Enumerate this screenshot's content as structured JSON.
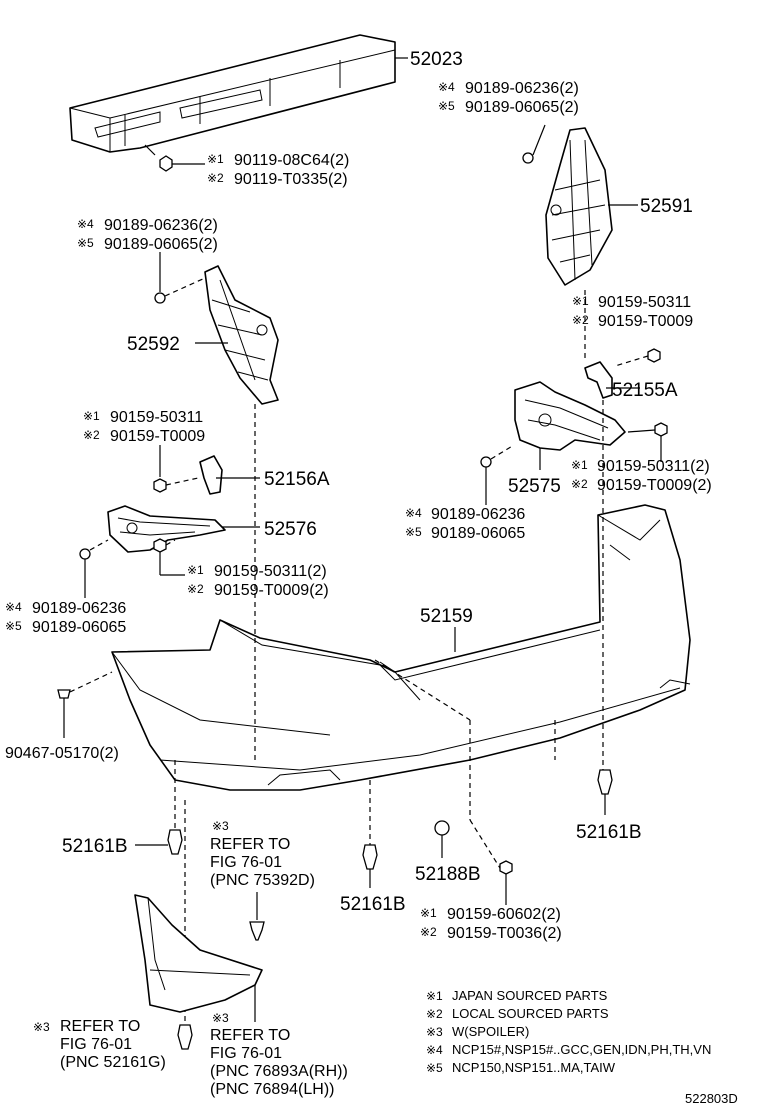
{
  "labels": {
    "p52023": "52023",
    "f1a_mark": "※1",
    "f1a": "90119-08C64(2)",
    "f1b_mark": "※2",
    "f1b": "90119-T0335(2)",
    "f2a_mark": "※4",
    "f2a": "90189-06236(2)",
    "f2b_mark": "※5",
    "f2b": "90189-06065(2)",
    "p52591": "52591",
    "f3a_mark": "※4",
    "f3a": "90189-06236(2)",
    "f3b_mark": "※5",
    "f3b": "90189-06065(2)",
    "p52592": "52592",
    "f4a_mark": "※1",
    "f4a": "90159-50311",
    "f4b_mark": "※2",
    "f4b": "90159-T0009",
    "p52155A": "52155A",
    "f5a_mark": "※1",
    "f5a": "90159-50311",
    "f5b_mark": "※2",
    "f5b": "90159-T0009",
    "p52156A": "52156A",
    "p52575": "52575",
    "f6a_mark": "※1",
    "f6a": "90159-50311(2)",
    "f6b_mark": "※2",
    "f6b": "90159-T0009(2)",
    "f7a_mark": "※4",
    "f7a": "90189-06236",
    "f7b_mark": "※5",
    "f7b": "90189-06065",
    "p52576": "52576",
    "f8a_mark": "※1",
    "f8a": "90159-50311(2)",
    "f8b_mark": "※2",
    "f8b": "90159-T0009(2)",
    "f9a_mark": "※4",
    "f9a": "90189-06236",
    "f9b_mark": "※5",
    "f9b": "90189-06065",
    "p52159": "52159",
    "f10": "90467-05170(2)",
    "p52161B_left": "52161B",
    "p52161B_mid": "52161B",
    "p52161B_right": "52161B",
    "p52188B": "52188B",
    "f11a_mark": "※1",
    "f11a": "90159-60602(2)",
    "f11b_mark": "※2",
    "f11b": "90159-T0036(2)",
    "ref1_mark": "※3",
    "ref1_l1": "REFER TO",
    "ref1_l2": "FIG 76-01",
    "ref1_l3": "(PNC 75392D)",
    "ref2_mark": "※3",
    "ref2_l1": "REFER TO",
    "ref2_l2": "FIG 76-01",
    "ref2_l3": "(PNC 52161G)",
    "ref3_mark": "※3",
    "ref3_l1": "REFER TO",
    "ref3_l2": "FIG 76-01",
    "ref3_l3": "(PNC 76893A(RH))",
    "ref3_l4": "(PNC 76894(LH))",
    "diagram_code": "522803D"
  },
  "legend": [
    {
      "mark": "※1",
      "text": "JAPAN SOURCED PARTS"
    },
    {
      "mark": "※2",
      "text": "LOCAL SOURCED PARTS"
    },
    {
      "mark": "※3",
      "text": "W(SPOILER)"
    },
    {
      "mark": "※4",
      "text": "NCP15#,NSP15#..GCC,GEN,IDN,PH,TH,VN"
    },
    {
      "mark": "※5",
      "text": "NCP150,NSP151..MA,TAIW"
    }
  ]
}
